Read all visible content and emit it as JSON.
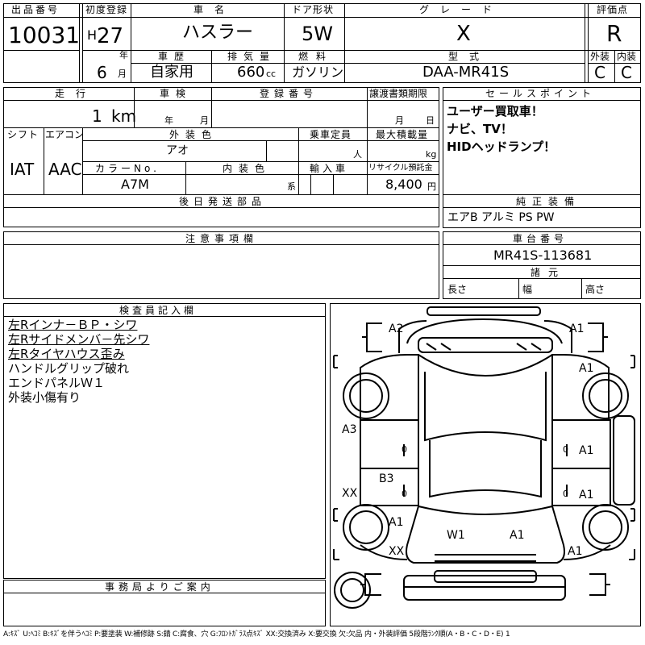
{
  "header": {
    "lot_no_label": "出品番号",
    "lot_no": "10031",
    "first_reg_label": "初度登録",
    "era": "H",
    "year": "27",
    "year_unit": "年",
    "month": "6",
    "month_unit": "月",
    "car_name_label": "車名",
    "car_name": "ハスラー",
    "door_label": "ドア形状",
    "door": "5W",
    "grade_label": "グレード",
    "grade": "X",
    "score_label": "評価点",
    "score": "R",
    "history_label": "車歴",
    "history": "自家用",
    "displacement_label": "排気量",
    "displacement": "660",
    "displacement_unit": "cc",
    "fuel_label": "燃料",
    "fuel": "ガソリン",
    "model_label": "型式",
    "model": "DAA-MR41S",
    "exterior_label": "外装",
    "exterior": "C",
    "interior_label": "内装",
    "interior": "C"
  },
  "details": {
    "mileage_label": "走行",
    "mileage": "1",
    "mileage_unit": "km",
    "inspection_label": "車検",
    "inspection_year_unit": "年",
    "inspection_month_unit": "月",
    "reg_no_label": "登録番号",
    "transfer_label": "譲渡書類期限",
    "transfer_month_unit": "月",
    "transfer_day_unit": "日",
    "shift_label": "シフト",
    "shift": "IAT",
    "ac_label": "エアコン",
    "ac": "AAC",
    "ext_color_label": "外装色",
    "ext_color": "アオ",
    "capacity_label": "乗車定員",
    "capacity_unit": "人",
    "load_label": "最大積載量",
    "load_unit": "kg",
    "color_no_label": "カラーNo.",
    "color_no": "A7M",
    "int_color_label": "内装色",
    "int_color_unit": "系",
    "import_label": "輸入車",
    "recycle_label": "リサイクル預託金",
    "recycle": "8,400",
    "recycle_unit": "円"
  },
  "sales_points": {
    "label": "セールスポイント",
    "lines": [
      "ユーザー買取車！",
      "ナビ、TV！",
      "HIDヘッドランプ！"
    ]
  },
  "later_parts": {
    "label": "後日発送部品"
  },
  "genuine": {
    "label": "純正装備",
    "value": "エアB アルミ PS PW"
  },
  "notes": {
    "label": "注意事項欄"
  },
  "chassis": {
    "label": "車台番号",
    "value": "MR41S-113681",
    "dims_label": "諸元",
    "length_label": "長さ",
    "width_label": "幅",
    "height_label": "高さ"
  },
  "inspector": {
    "label": "検査員記入欄",
    "lines": [
      "左Rインナ－ＢＰ・シワ",
      "左Rサイドメンバ－先シワ",
      "左Rタイヤハウス歪み",
      "ハンドルグリップ破れ",
      "エンドパネルＷ１",
      "外装小傷有り"
    ]
  },
  "office": {
    "label": "事務局よりご案内"
  },
  "diagram_marks": {
    "a2_rear_left": "A2",
    "a1_rear_right": "A1",
    "a1_right_rear_wheel": "A1",
    "a3_left_rear": "A3",
    "zero_left_rear": "0",
    "zero_right_rear": "0",
    "a1_right_rear_door": "A1",
    "b3_left_front_door": "B3",
    "xx_left_mid": "XX",
    "zero_left_front": "0",
    "zero_right_front": "0",
    "a1_right_front_door": "A1",
    "a1_left_front_fender": "A1",
    "w1_front": "W1",
    "a1_front_right": "A1",
    "xx_front_left": "XX",
    "a1_front_right_corner": "A1"
  },
  "legend": "A:ｷｽﾞ U:ﾍｺﾐ B:ｷｽﾞを伴うﾍｺﾐ P:要塗装 W:補修跡 S:錆 C:腐食、穴 G:ﾌﾛﾝﾄｶﾞﾗｽ点ｷｽﾞ XX:交換済み X:要交換 欠:欠品 内・外装評価 5段階ﾗﾝｸ順(A・B・C・D・E) 1"
}
